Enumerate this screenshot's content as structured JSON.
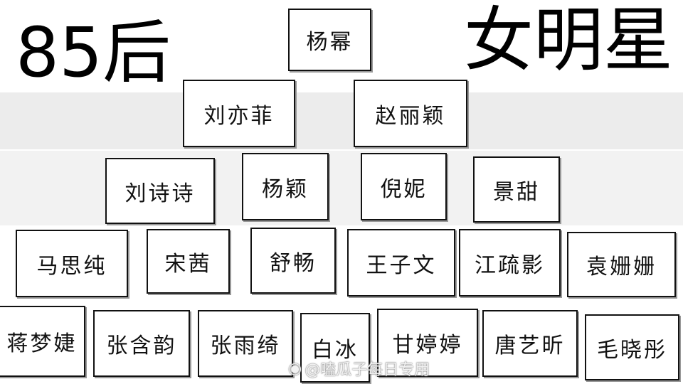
{
  "title_left": "85后",
  "title_right": "女明星",
  "names": [
    "杨幂",
    "刘亦菲",
    "赵丽颖",
    "刘诗诗",
    "杨颖",
    "倪妮",
    "景甜",
    "马思纯",
    "宋茜",
    "舒畅",
    "王子文",
    "江疏影",
    "袁姗姗",
    "蒋梦婕",
    "张含韵",
    "张雨绮",
    "白冰",
    "甘婷婷",
    "唐艺昕",
    "毛晓彤"
  ],
  "watermark": "@嗑瓜子每日专用"
}
